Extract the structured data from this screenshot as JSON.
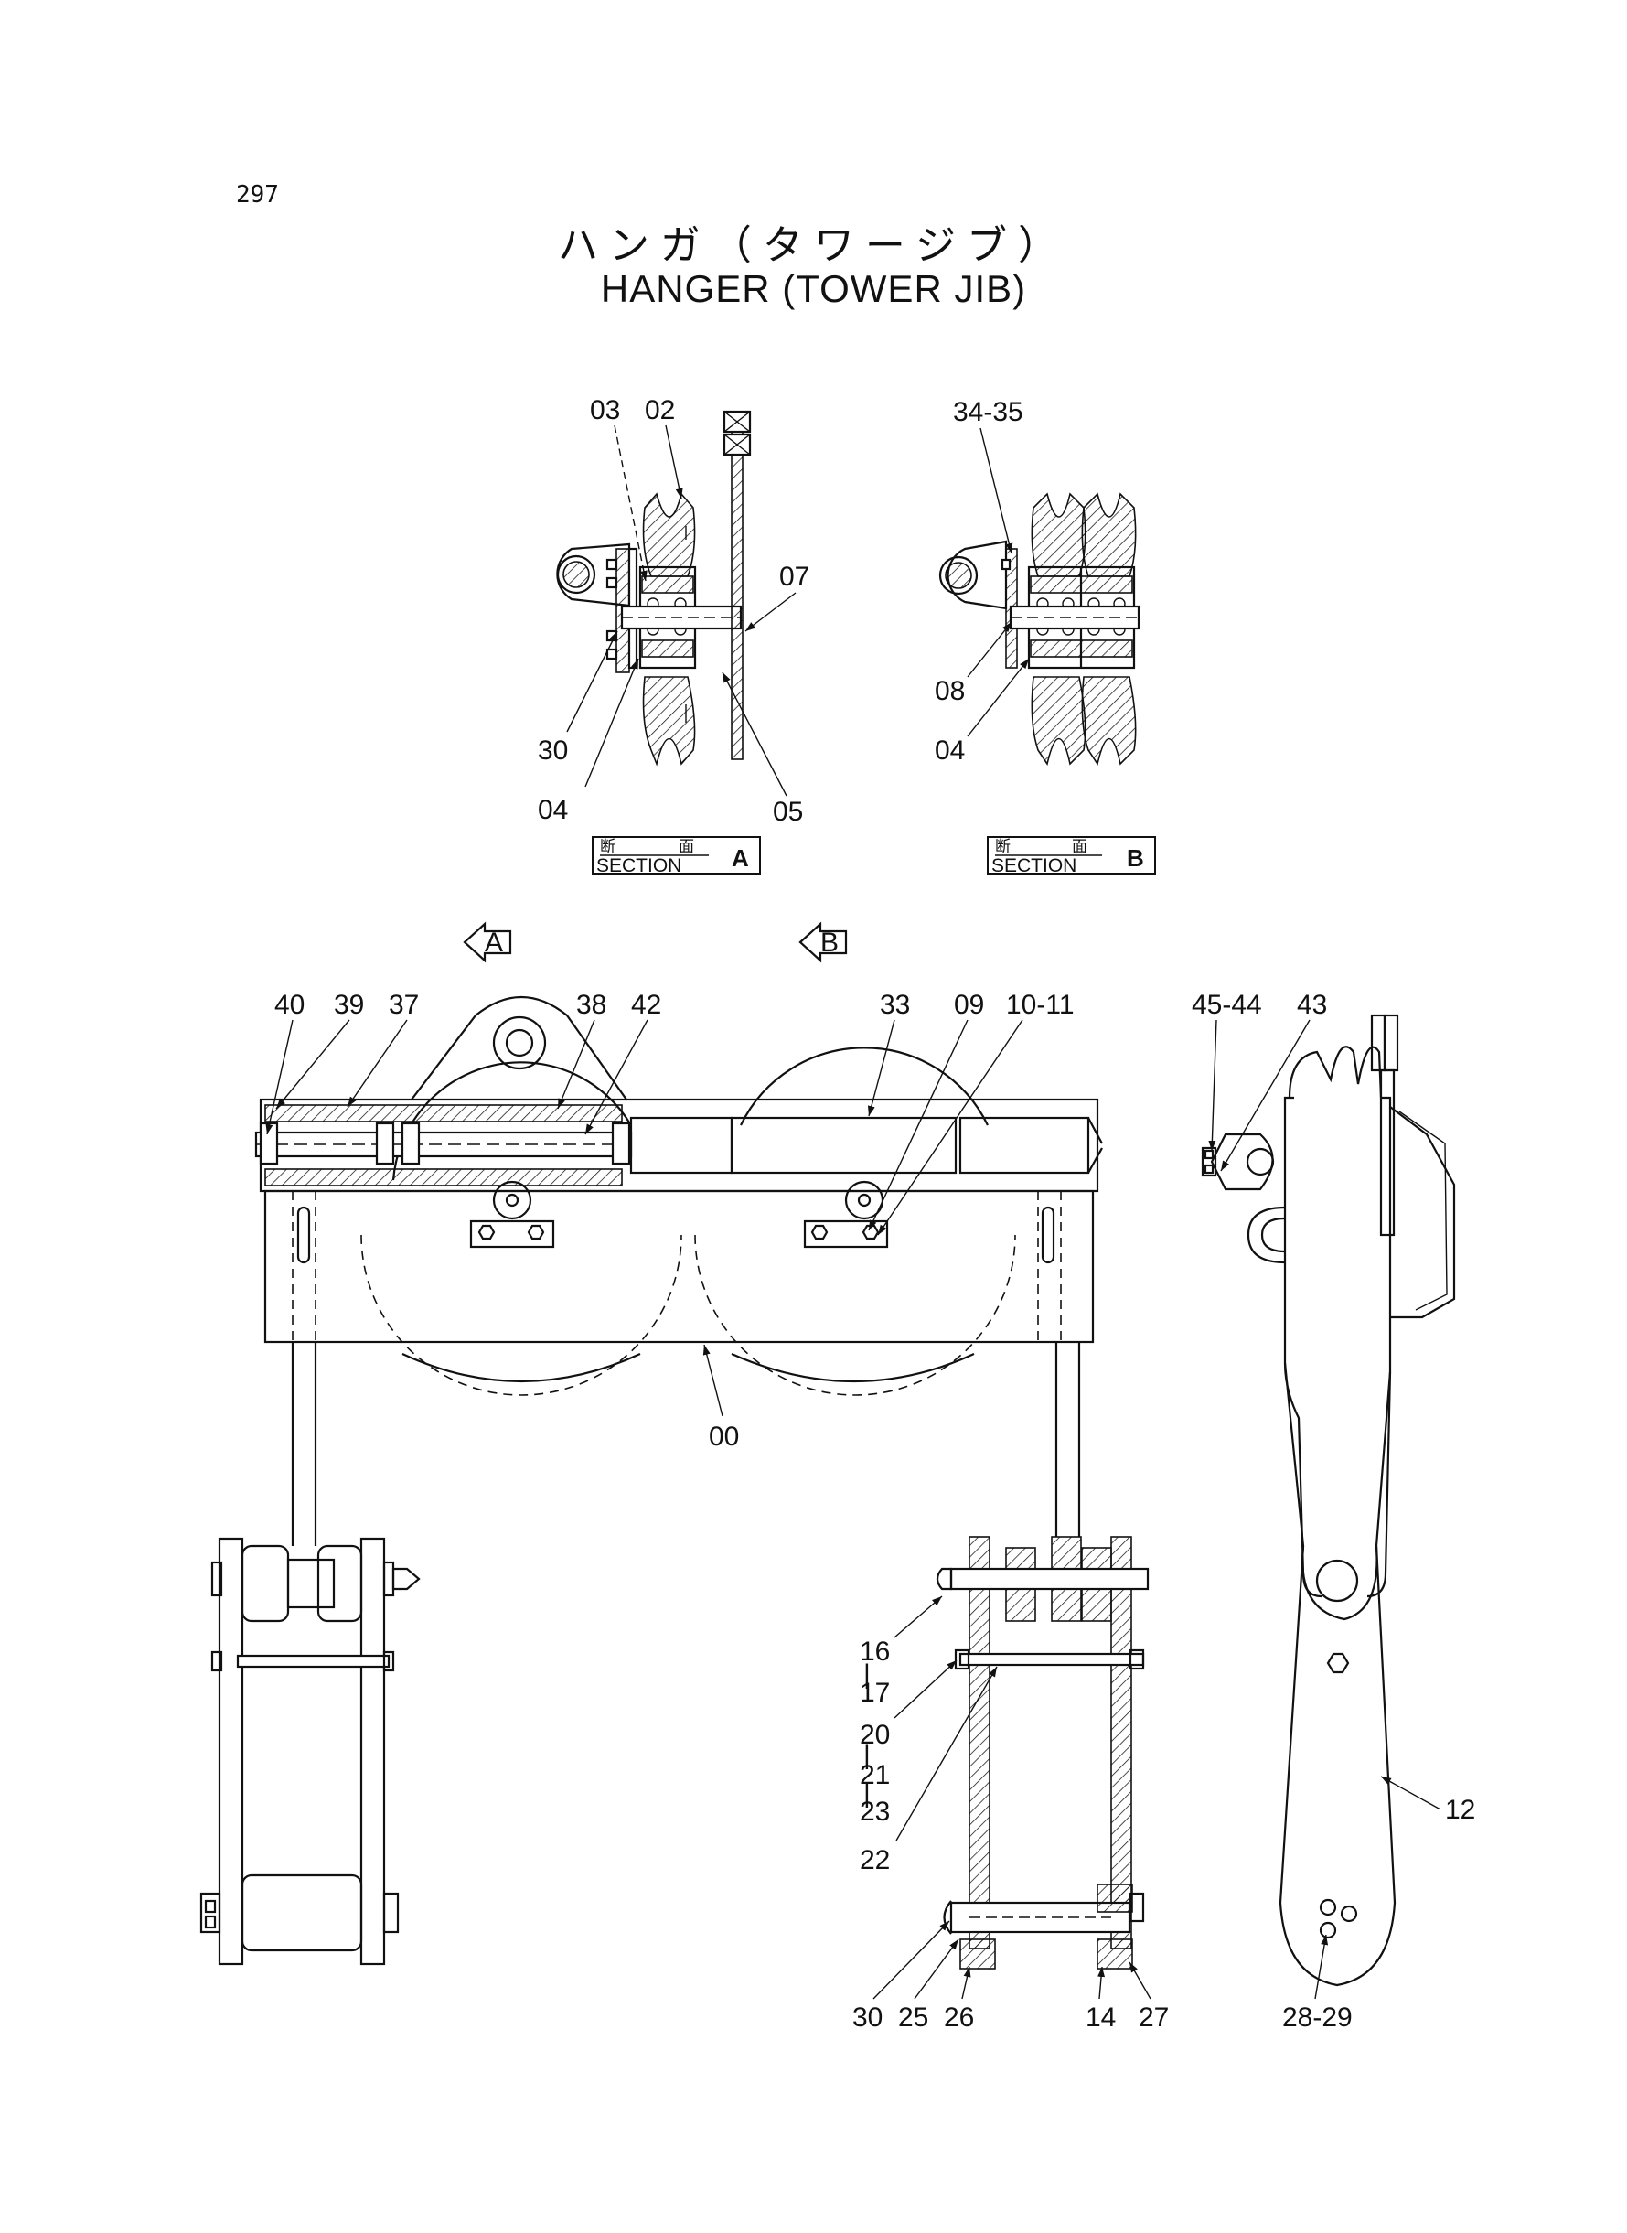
{
  "page_number": "297",
  "title_jp": "ハンガ（タワージブ）",
  "title_en": "HANGER (TOWER JIB)",
  "section_a": {
    "jp_left": "断",
    "jp_right": "面",
    "en": "SECTION",
    "letter": "A"
  },
  "section_b": {
    "jp_left": "断",
    "jp_right": "面",
    "en": "SECTION",
    "letter": "B"
  },
  "view_arrow_a": "A",
  "view_arrow_b": "B",
  "labels": {
    "l03": "03",
    "l02": "02",
    "l07": "07",
    "l30a": "30",
    "l04a": "04",
    "l05": "05",
    "l3435": "34-35",
    "l08": "08",
    "l04b": "04",
    "l40": "40",
    "l39": "39",
    "l37": "37",
    "l38": "38",
    "l42": "42",
    "l33": "33",
    "l09": "09",
    "l1011": "10-11",
    "l00": "00",
    "l4544": "45-44",
    "l43": "43",
    "l12": "12",
    "l16": "16",
    "l17": "17",
    "l20": "20",
    "l21": "21",
    "l23": "23",
    "l22": "22",
    "l30b": "30",
    "l25": "25",
    "l26": "26",
    "l14": "14",
    "l27": "27",
    "l2829": "28-29"
  }
}
